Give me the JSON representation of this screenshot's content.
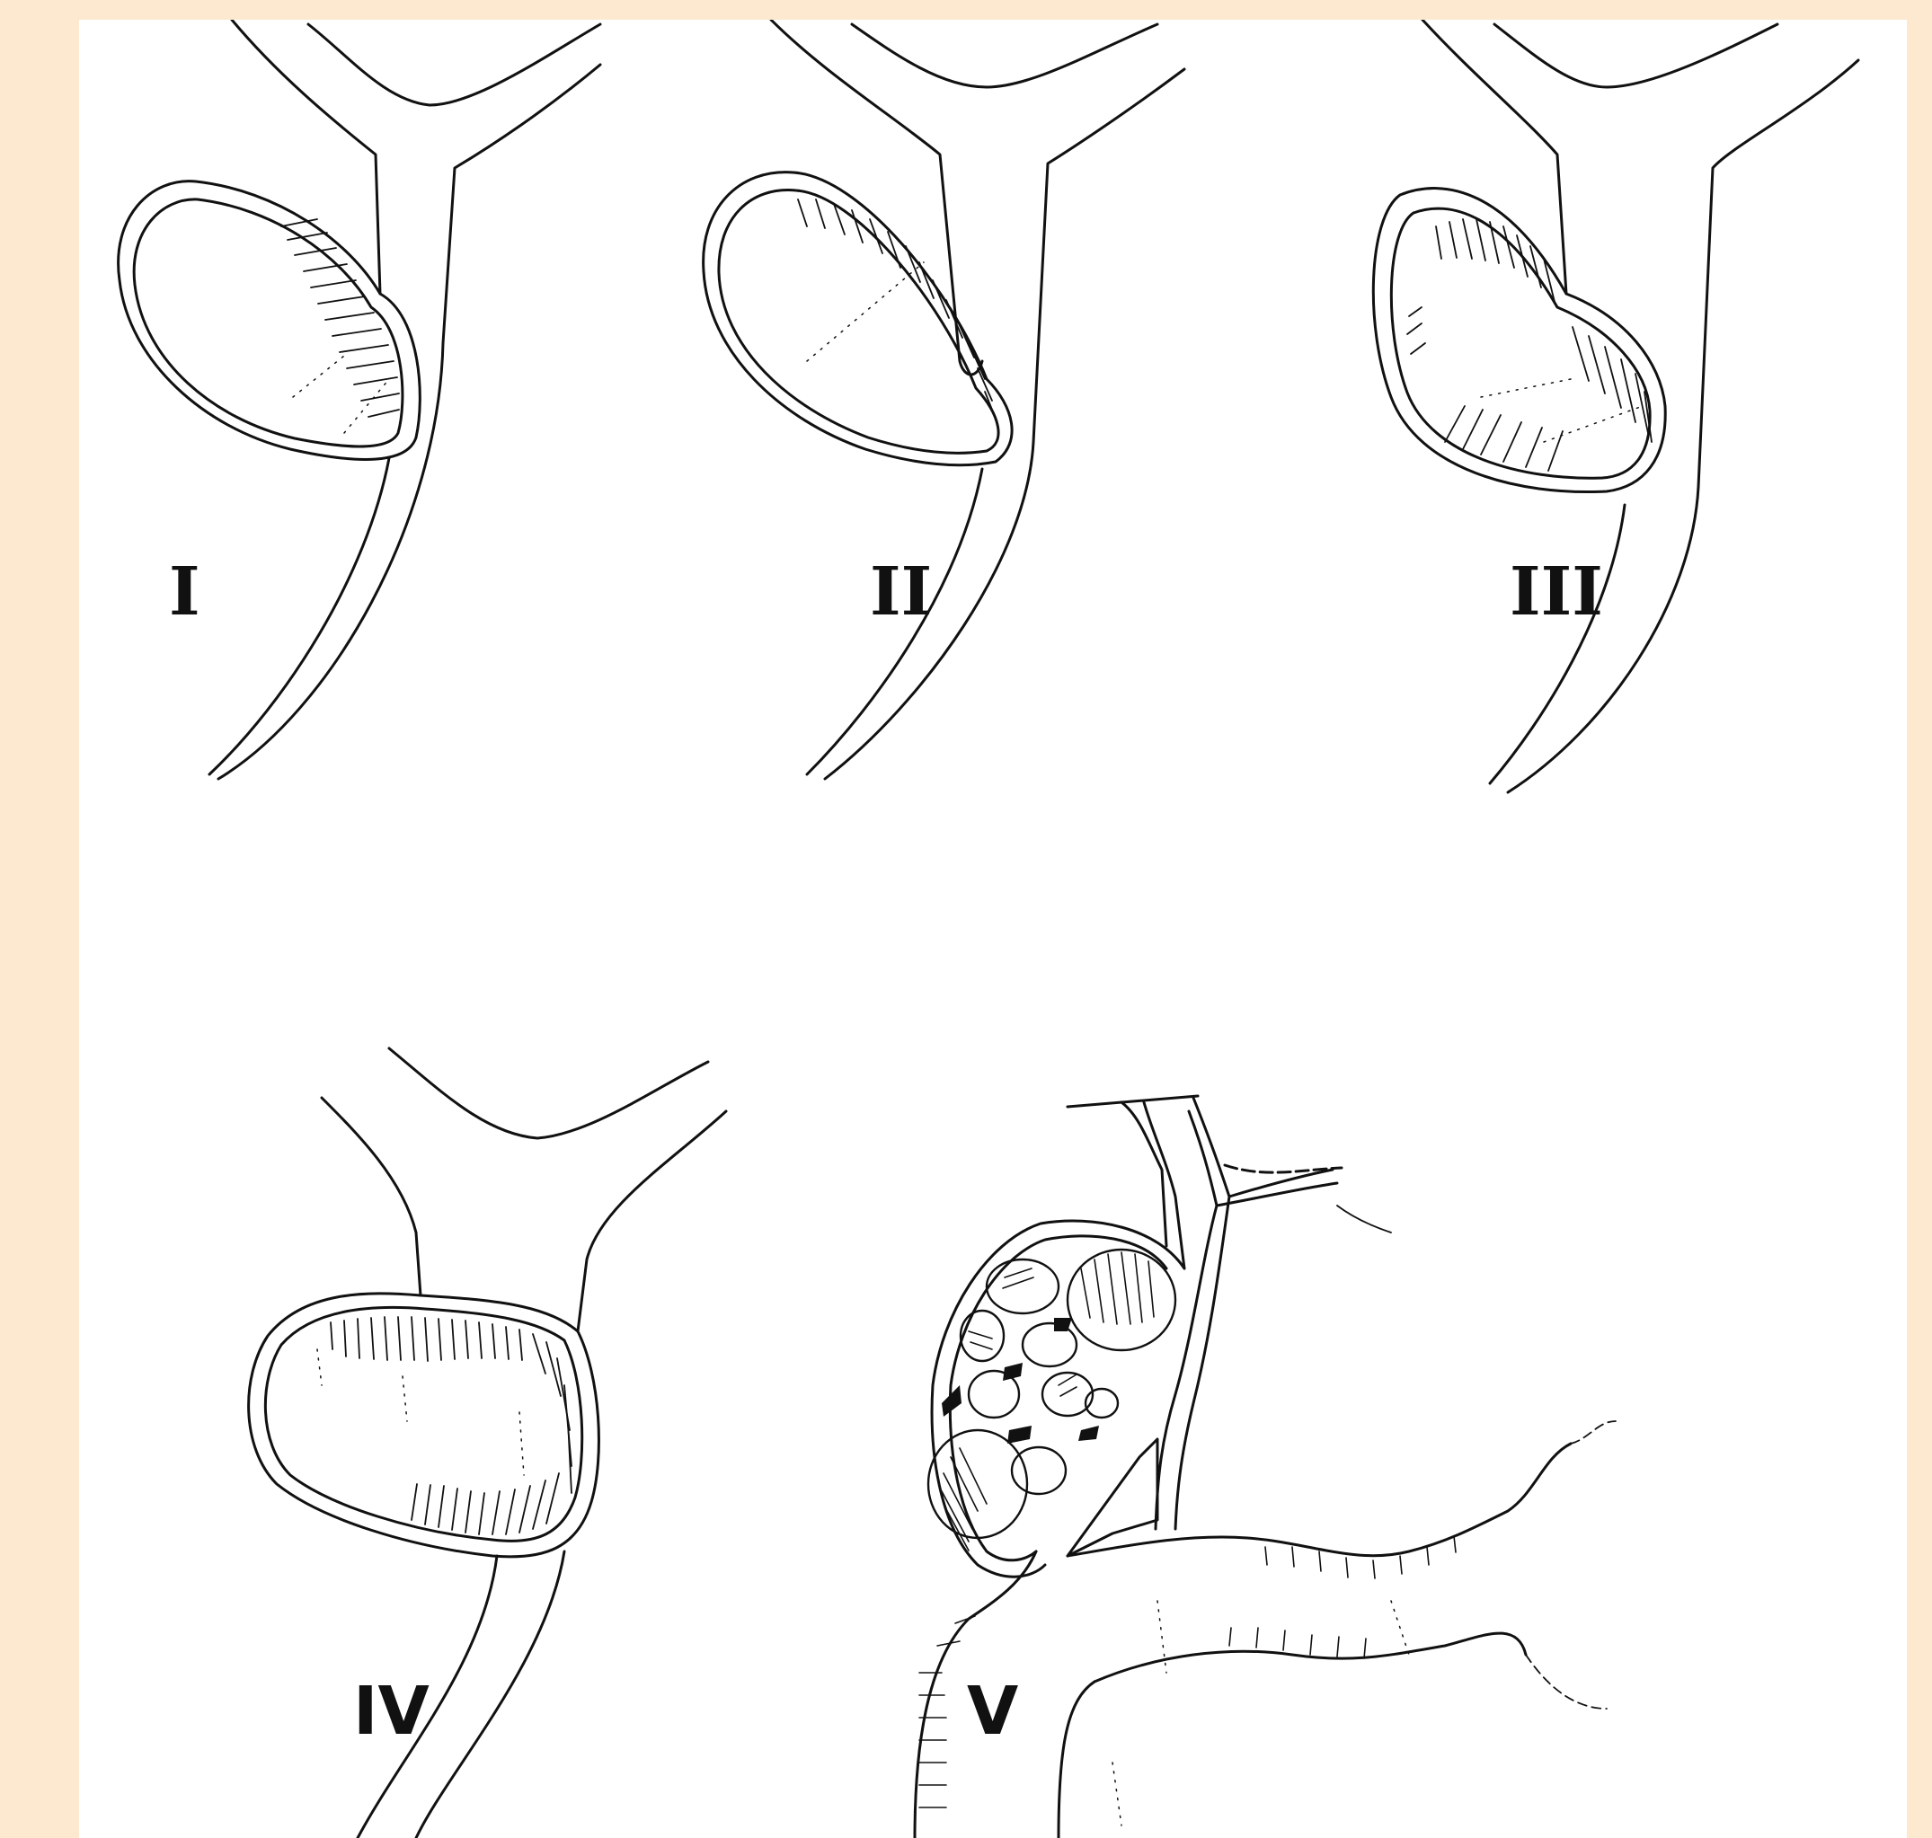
{
  "background_color": "#fce9d0",
  "canvas_color": "#ffffff",
  "ink_color": "#111111",
  "panels": [
    {
      "label": "I"
    },
    {
      "label": "II"
    },
    {
      "label": "III"
    },
    {
      "label": "IV"
    },
    {
      "label": "V"
    }
  ]
}
